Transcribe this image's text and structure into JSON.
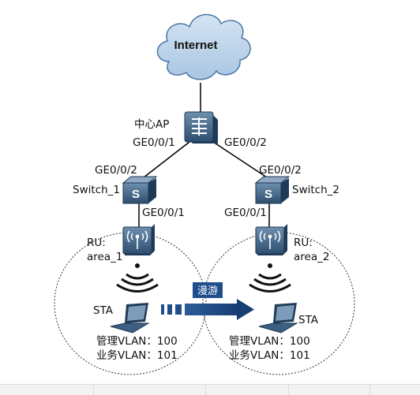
{
  "internet": {
    "label": "Internet",
    "color": "#b9d3ea"
  },
  "center_ap": {
    "label": "中心AP",
    "port_left": "GE0/0/1",
    "port_right": "GE0/0/2"
  },
  "switch_1": {
    "label": "Switch_1",
    "port_top": "GE0/0/2",
    "port_bottom": "GE0/0/1"
  },
  "switch_2": {
    "label": "Switch_2",
    "port_top": "GE0/0/2",
    "port_bottom": "GE0/0/1"
  },
  "ru_1": {
    "label_line1": "RU:",
    "label_line2": "area_1"
  },
  "ru_2": {
    "label_line1": "RU:",
    "label_line2": "area_2"
  },
  "sta_1": {
    "label": "STA",
    "mgmt_vlan": "管理VLAN：100",
    "service_vlan": "业务VLAN：101"
  },
  "sta_2": {
    "label": "STA",
    "mgmt_vlan": "管理VLAN：100",
    "service_vlan": "业务VLAN：101"
  },
  "roam": {
    "label": "漫游",
    "color": "#1f4e8c"
  },
  "colors": {
    "device": "#2f4f6f",
    "device_face": "#4a6f92",
    "line": "#000000"
  }
}
